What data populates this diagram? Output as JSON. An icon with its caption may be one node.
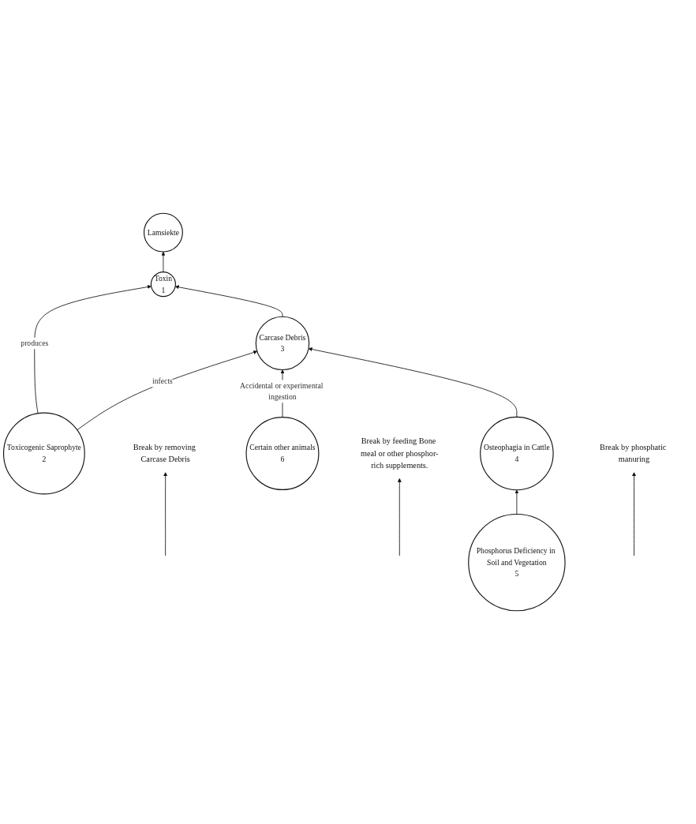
{
  "diagram": {
    "nodes": [
      {
        "text": [
          "Lamsiekte"
        ]
      },
      {
        "text": [
          "Toxin",
          "1"
        ]
      },
      {
        "text": [
          "Toxicogenic Saprophyte",
          "2"
        ]
      },
      {
        "text": [
          "Break by removing Carcase Debris"
        ]
      },
      {
        "text": [
          "Carcase Debris",
          "3"
        ]
      },
      {
        "text": [
          "Certain other animals",
          "6"
        ]
      },
      {
        "text": [
          "Break by feeding Bone meal or other phosphor-rich supplements."
        ]
      },
      {
        "text": [
          "Osteophagia in Cattle",
          "4"
        ]
      },
      {
        "text": [
          "Break by phosphatic manuring"
        ]
      },
      {
        "text": [
          "Phosphorus Deficiency in Soil and Vegetation",
          "5"
        ]
      }
    ],
    "edges": [
      {
        "from": 1,
        "to": 0,
        "arrow": "to"
      },
      {
        "from": 2,
        "to": 1,
        "arrow": "to",
        "label": "produces"
      },
      {
        "from": 2,
        "to": 4,
        "arrow": "to",
        "label": "infects"
      },
      {
        "from": 4,
        "to": 1,
        "arrow": "to"
      },
      {
        "from": null,
        "to": 3,
        "arrow": "to"
      },
      {
        "from": 5,
        "to": 4,
        "arrow": "to",
        "label": "Accidental or experimental ingestion"
      },
      {
        "from": 7,
        "to": 4,
        "arrow": "to"
      },
      {
        "from": null,
        "to": 6,
        "arrow": "to"
      },
      {
        "from": 9,
        "to": 7,
        "arrow": "to"
      },
      {
        "from": null,
        "to": 8,
        "arrow": "to"
      }
    ]
  }
}
